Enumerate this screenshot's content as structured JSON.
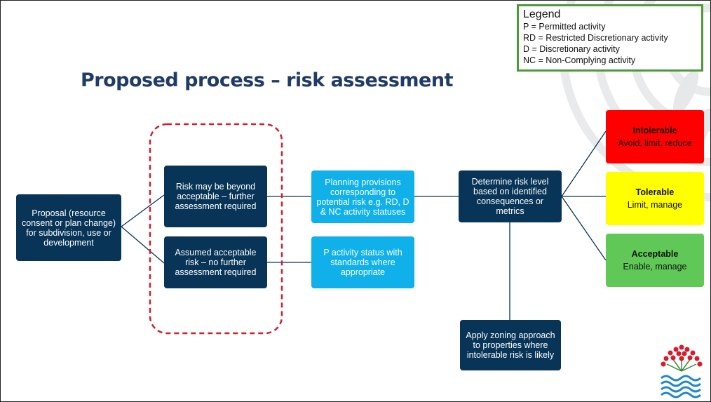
{
  "slide": {
    "title": "Proposed process – risk assessment",
    "legend": {
      "heading": "Legend",
      "items": [
        "P = Permitted activity",
        "RD = Restricted Discretionary activity",
        "D = Discretionary activity",
        "NC = Non-Complying activity"
      ]
    },
    "colors": {
      "navy": "#073457",
      "cyan": "#10b0eb",
      "title": "#1f3b66",
      "dashed_outline": "#d0202c",
      "legend_border": "#4e9a3a",
      "intolerable": "#ff0000",
      "tolerable": "#ffff00",
      "acceptable": "#5fc856"
    }
  },
  "diagram": {
    "proposal": "Proposal (resource consent or plan change) for subdivision, use or development",
    "beyond_acceptable": "Risk may be beyond acceptable – further assessment required",
    "assumed_acceptable": "Assumed acceptable risk – no further assessment required",
    "planning_provisions": "Planning provisions corresponding to potential risk e.g. RD, D & NC activity statuses",
    "p_status": "P activity status with standards where appropriate",
    "determine_risk": "Determine risk level based on identified consequences or metrics",
    "zoning": "Apply zoning approach to properties where intolerable risk is likely",
    "intolerable": {
      "title": "Intolerable",
      "action": "Avoid, limit, reduce"
    },
    "tolerable": {
      "title": "Tolerable",
      "action": "Limit, manage"
    },
    "acceptable": {
      "title": "Acceptable",
      "action": "Enable, manage"
    }
  }
}
